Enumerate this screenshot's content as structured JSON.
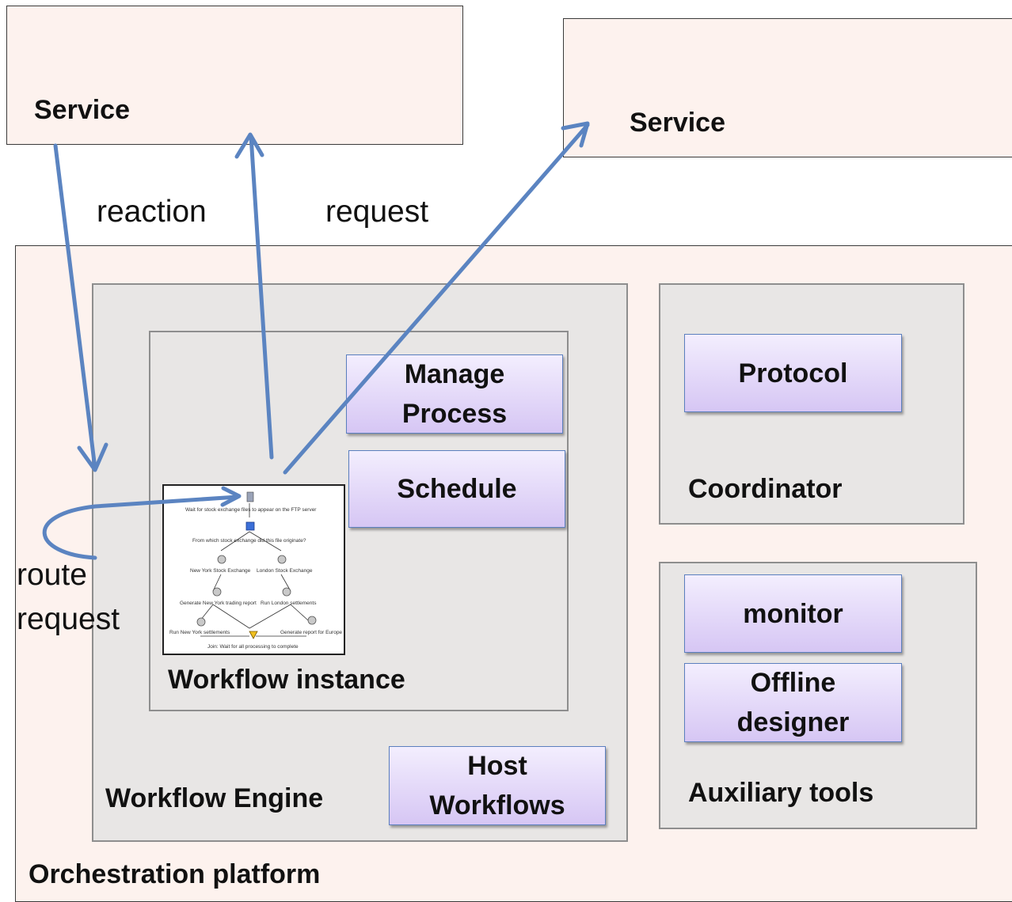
{
  "services": {
    "left": "Service",
    "right": "Service"
  },
  "arrows": {
    "reaction": "reaction",
    "request": "request",
    "route_line1": "route",
    "route_line2": "request"
  },
  "platform": {
    "title": "Orchestration platform"
  },
  "engine": {
    "title": "Workflow Engine",
    "host": "Host Workflows"
  },
  "instance": {
    "title": "Workflow instance",
    "manage": "Manage Process",
    "schedule": "Schedule"
  },
  "coordinator": {
    "title": "Coordinator",
    "protocol": "Protocol"
  },
  "auxiliary": {
    "title": "Auxiliary tools",
    "monitor": "monitor",
    "offline": "Offline designer"
  },
  "workflow_thumbnail": {
    "step1": "Wait for stock exchange files to appear on the FTP server",
    "step2": "From which stock exchange did this file originate?",
    "branch_ny": "New York Stock Exchange",
    "branch_ld": "London Stock Exchange",
    "gen_ny": "Generate New York trading report",
    "run_ld": "Run London settlements",
    "run_ny": "Run New York settlements",
    "gen_eu": "Generate report for Europe",
    "join": "Join: Wait for all processing to complete"
  },
  "colors": {
    "arrow": "#5b84c1",
    "component_fill": "#e0d4f8",
    "group_fill": "#e8e6e5",
    "panel_fill": "#fdf2ee"
  }
}
